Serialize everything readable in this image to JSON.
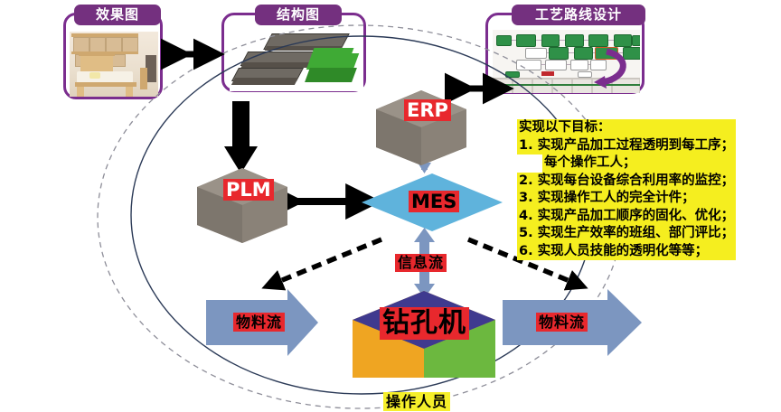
{
  "panels": [
    {
      "id": "rendering",
      "title": "效果图",
      "caption_icon": "bedroom-photo"
    },
    {
      "id": "structure",
      "title": "结构图",
      "caption_icon": "cad-exploded-view"
    },
    {
      "id": "process",
      "title": "工艺路线设计",
      "caption_icon": "process-flow-table"
    }
  ],
  "nodes": {
    "erp": "ERP",
    "plm": "PLM",
    "mes": "MES",
    "machine": "钻孔机"
  },
  "flows": {
    "information": "信息流",
    "material_left": "物料流",
    "material_right": "物料流",
    "operators": "操作人员"
  },
  "goals": {
    "heading": "实现以下目标：",
    "items": [
      "1. 实现产品加工过程透明到每工序；",
      "每个操作工人；",
      "2. 实现每台设备综合利用率的监控；",
      "3. 实现操作工人的完全计件；",
      "4. 实现产品加工顺序的固化、优化；",
      "5. 实现生产效率的班组、部门评比；",
      "6. 实现人员技能的透明化等等；"
    ]
  },
  "colors": {
    "panel_border": "#7B2D8E",
    "panel_title_bg": "#74307F",
    "cube_gray": "#8a8278",
    "mes_blue": "#5fb3dc",
    "arrow_blue": "#7C96C0",
    "label_red": "#e8282d",
    "label_yellow": "#f5ef2a",
    "machine_top": "#3f3a8f",
    "machine_left": "#efa522",
    "machine_right": "#6cb83f"
  }
}
